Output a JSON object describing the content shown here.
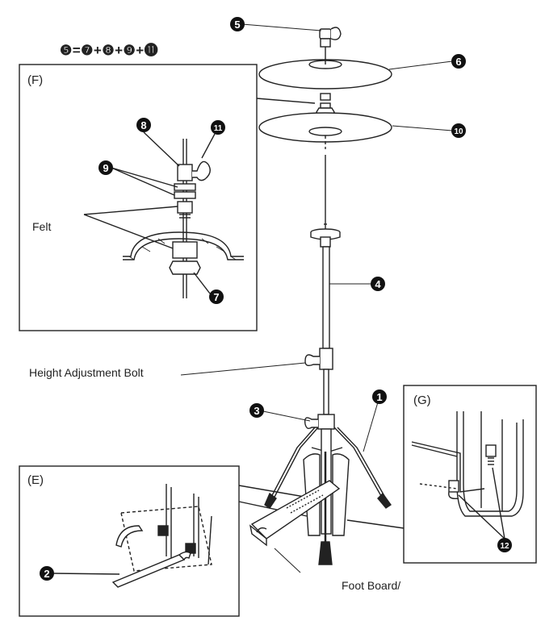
{
  "formula": "❺=❼+❽+❾+⓫",
  "labels": {
    "height_adjustment_bolt": "Height Adjustment Bolt",
    "felt": "Felt",
    "foot_board": "Foot Board/"
  },
  "insets": {
    "F": "(F)",
    "E": "(E)",
    "G": "(G)"
  },
  "callouts": [
    "1",
    "2",
    "3",
    "4",
    "5",
    "6",
    "7",
    "8",
    "9",
    "10",
    "11",
    "12"
  ]
}
